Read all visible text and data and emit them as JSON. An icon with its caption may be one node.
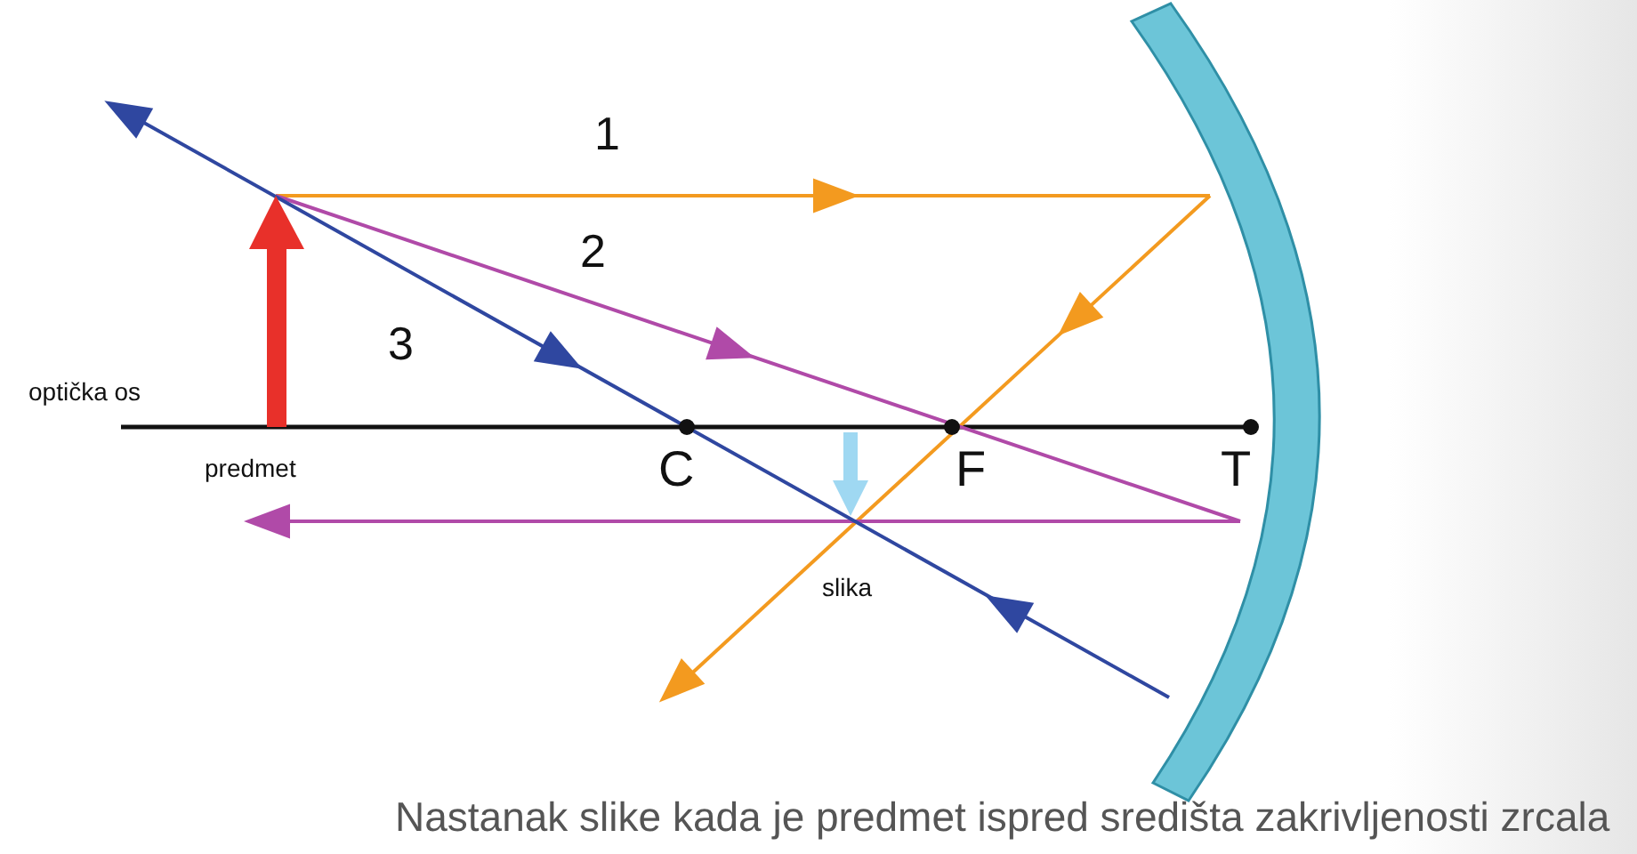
{
  "diagram": {
    "caption": "Nastanak slike kada je predmet ispred središta zakrivljenosti zrcala",
    "labels": [
      "1",
      "2",
      "3",
      "optička os",
      "predmet",
      "C",
      "F",
      "T",
      "slika"
    ]
  }
}
